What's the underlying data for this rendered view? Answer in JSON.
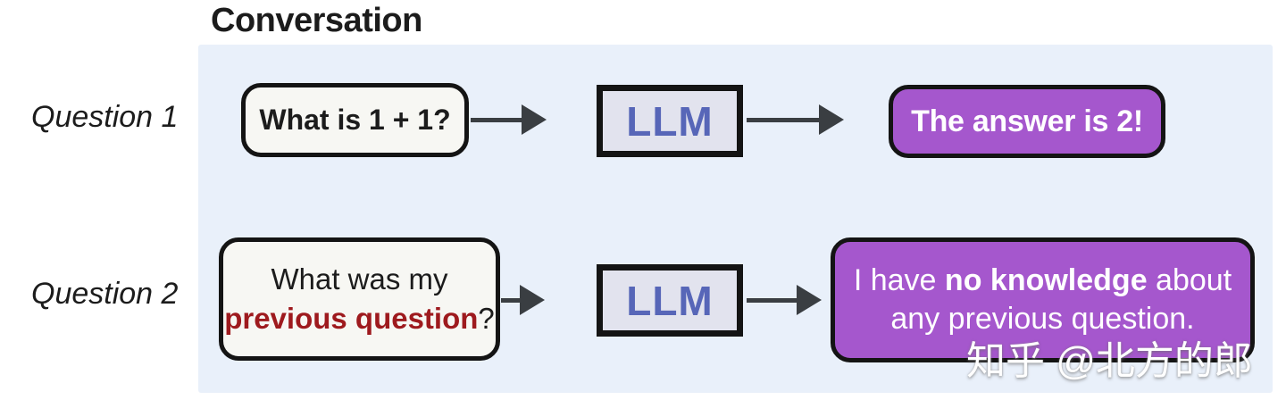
{
  "title": "Conversation",
  "watermark": "知乎 @北方的郎",
  "colors": {
    "panel_bg": "#e9f0fa",
    "question_box_bg": "#f7f7f3",
    "box_border": "#141414",
    "llm_box_bg": "#e2e3ee",
    "llm_text": "#5766b8",
    "answer_box_bg": "#a557cd",
    "highlight_red": "#9e1a1e",
    "arrow_color": "#3a3e42",
    "text_color": "#1c1c1c"
  },
  "rows": [
    {
      "label": "Question 1",
      "question": {
        "text": "What is 1 + 1?"
      },
      "model": "LLM",
      "answer": {
        "text": "The answer is 2!"
      }
    },
    {
      "label": "Question 2",
      "question": {
        "line1": "What was my",
        "highlight": "previous question",
        "punctuation": "?"
      },
      "model": "LLM",
      "answer": {
        "part1": "I have ",
        "bold": "no knowledge",
        "part3": " about",
        "line2": "any previous question."
      }
    }
  ]
}
